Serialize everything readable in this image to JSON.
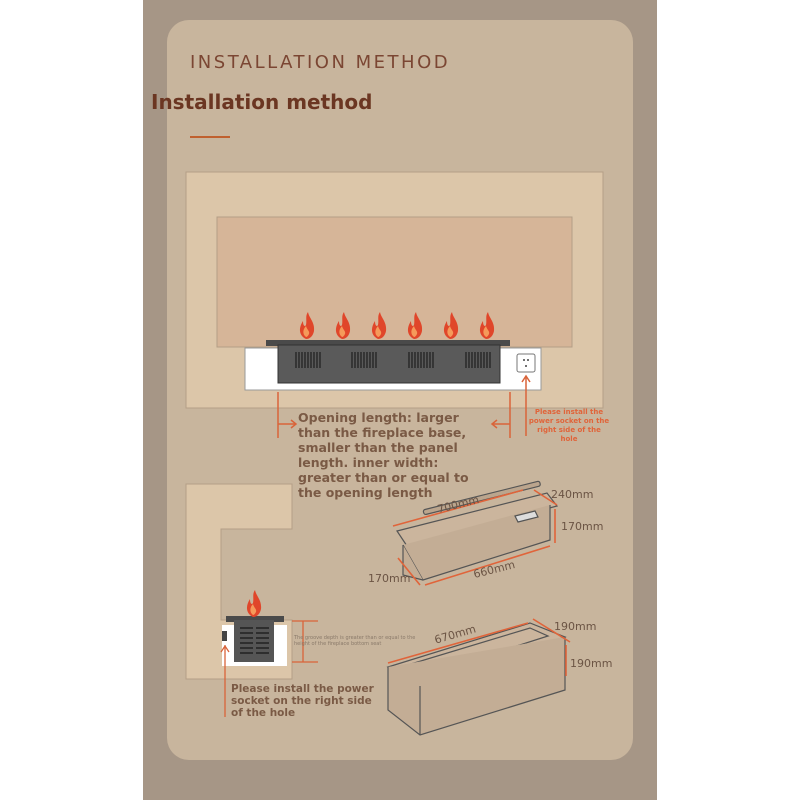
{
  "header": {
    "title": "INSTALLATION METHOD",
    "subtitle": "Installation method"
  },
  "top_diagram": {
    "opening_note": "Opening length: larger than the fireplace base, smaller than the panel length. inner width: greater than or equal to the opening length",
    "socket_note": "Please install the power socket on the right side of the hole"
  },
  "side_diagram": {
    "groove_note": "The groove depth is greater than or equal to the height of the fireplace bottom seat",
    "socket_note": "Please install the power socket on the right side of the hole"
  },
  "burner_dims": {
    "top_length": "700mm",
    "bottom_length": "660mm",
    "depth": "240mm",
    "height_right": "170mm",
    "height_left": "170mm"
  },
  "box_dims": {
    "length": "670mm",
    "width": "190mm",
    "height": "190mm"
  },
  "colors": {
    "accent": "#e0643a",
    "brown": "#6b3622"
  }
}
